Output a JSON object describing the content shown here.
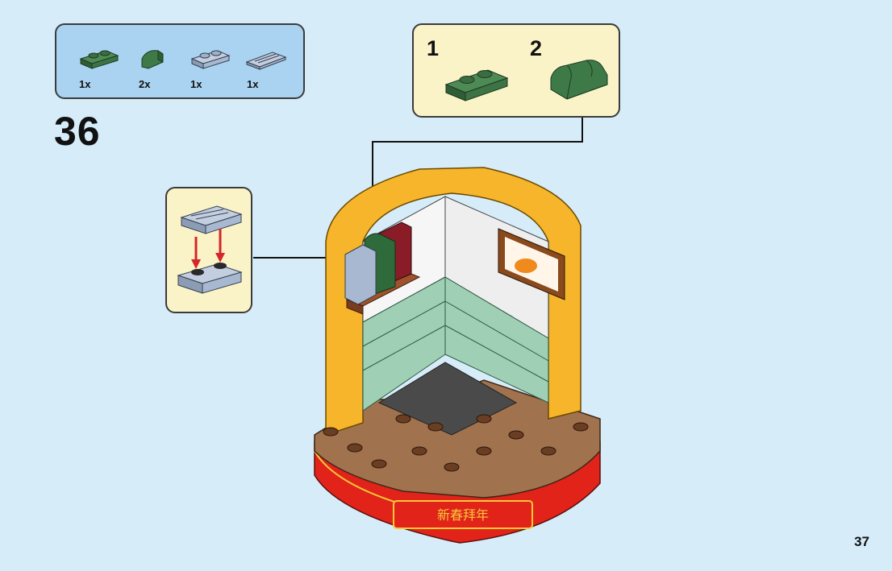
{
  "step": {
    "number": "36"
  },
  "page": {
    "number": "37"
  },
  "parts_list": [
    {
      "name": "dark-green-plate-1x2",
      "qty": "1x",
      "color": "#3e7a48"
    },
    {
      "name": "dark-green-curved-slope",
      "qty": "2x",
      "color": "#3e7a48"
    },
    {
      "name": "light-bluish-gray-plate-1x2",
      "qty": "1x",
      "color": "#a7b8d0"
    },
    {
      "name": "light-bluish-gray-tile-grille",
      "qty": "1x",
      "color": "#a7b8d0"
    }
  ],
  "subassembly": {
    "steps": [
      "1",
      "2"
    ]
  },
  "banner": {
    "text": "新春拜年"
  },
  "colors": {
    "background": "#d6ecf9",
    "parts_box": "#a9d3f1",
    "callout": "#fbf3c8",
    "frame_yellow": "#f6b52b",
    "base_red": "#e2231a",
    "base_brown": "#a0724e",
    "tile_green": "#9fd0b5",
    "arrow_red": "#d3272a"
  }
}
